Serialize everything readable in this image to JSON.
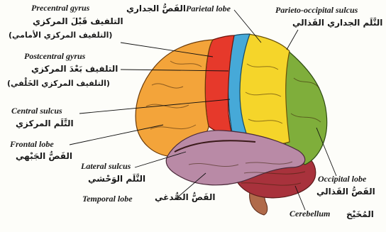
{
  "labels": {
    "precentral_en": "Precentral gyrus",
    "precentral_ar1": "التلفيف قَبْلَ المركزي",
    "precentral_ar2": "(التلفيف المركزي الأمامي)",
    "parietal_en": "Parietal lobe",
    "parietal_ar": "الفَصُّ الجداري",
    "parieto_occ_en": "Parieto-occipital sulcus",
    "parieto_occ_ar": "التَّلَم الجداري القَذالي",
    "postcentral_en": "Postcentral gyrus",
    "postcentral_ar1": "التلفيف بَعْدَ المركزي",
    "postcentral_ar2": "(التلفيف المركزي الخَلْفي)",
    "central_en": "Central sulcus",
    "central_ar": "التَّلَم المركزي",
    "frontal_en": "Frontal lobe",
    "frontal_ar": "الفَصُّ الجَبْهي",
    "lateral_en": "Lateral sulcus",
    "lateral_ar": "التَّلَم الوَحْشي",
    "temporal_en": "Temporal lobe",
    "temporal_ar": "الفَصُّ الصُّدغي",
    "occipital_en": "Occipital lobe",
    "occipital_ar": "الفَصُّ القَذالي",
    "cerebellum_en": "Cerebellum",
    "cerebellum_ar": "المُخَيْخ"
  },
  "colors": {
    "frontal": "#f3a43a",
    "precentral": "#e6392b",
    "postcentral": "#46a9d8",
    "parietal": "#f5d52a",
    "occipital": "#7fae3b",
    "temporal": "#b98aa6",
    "cerebellum": "#a8323c",
    "brainstem": "#b06a4a"
  }
}
